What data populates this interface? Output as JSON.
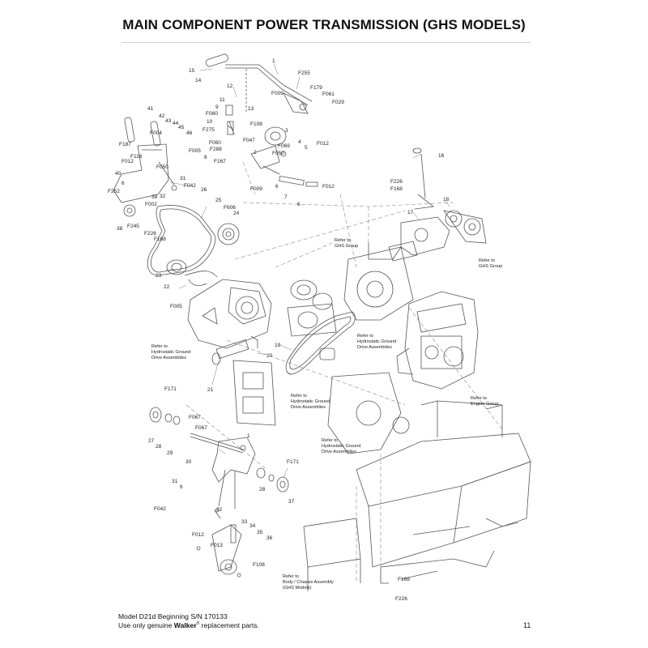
{
  "title": "MAIN COMPONENT POWER TRANSMISSION (GHS MODELS)",
  "footer": {
    "model_line": "Model D21d Beginning S/N 170133",
    "use_prefix": "Use only genuine ",
    "brand": "Walker",
    "registered": "®",
    "use_suffix": " replacement parts.",
    "page_number": "11"
  },
  "callouts": [
    "1",
    "15",
    "14",
    "F255",
    "12",
    "F179",
    "F061",
    "F029",
    "F009",
    "11",
    "9",
    "13",
    "F060",
    "10",
    "F108",
    "41",
    "42",
    "43",
    "44",
    "45",
    "F004",
    "46",
    "F187",
    "F275",
    "F047",
    "3",
    "F012",
    "F116",
    "F005",
    "F050",
    "F060",
    "F288",
    "8",
    "F069",
    "4",
    "5",
    "2",
    "F050",
    "F012",
    "F167",
    "16",
    "40",
    "6",
    "F252",
    "31",
    "F042",
    "26",
    "F002",
    "39",
    "32",
    "F226",
    "F168",
    "F009",
    "6",
    "7",
    "F012",
    "6",
    "38",
    "F245",
    "25",
    "F606",
    "24",
    "17",
    "18",
    "F226",
    "F168",
    "23",
    "22",
    "F005",
    "21",
    "20",
    "19",
    "27",
    "28",
    "29",
    "F171",
    "F067",
    "F067",
    "1",
    "30",
    "F171",
    "28",
    "37",
    "31",
    "6",
    "F042",
    "32",
    "33",
    "34",
    "35",
    "36",
    "F012",
    "F013",
    "F108",
    "F168",
    "F226"
  ],
  "notes": {
    "ghs_group_1": [
      "Refer to",
      "GHS Group"
    ],
    "ghs_group_2": [
      "Refer to",
      "GHS Group"
    ],
    "hydro_1": [
      "Refer to",
      "Hydrostatic Ground",
      "Drive Assemblies"
    ],
    "hydro_2": [
      "Refer to",
      "Hydrostatic Ground",
      "Drive Assemblies"
    ],
    "hydro_3": [
      "Refer to",
      "Hydrostatic Ground",
      "Drive Assemblies"
    ],
    "hydro_4": [
      "Refer to",
      "Hydrostatic Ground",
      "Drive Assemblies"
    ],
    "engine_group": [
      "Refer to",
      "Engine Group"
    ],
    "chassis": [
      "Refer to",
      "Body / Chassis Assembly",
      "(GHS Models)"
    ]
  }
}
